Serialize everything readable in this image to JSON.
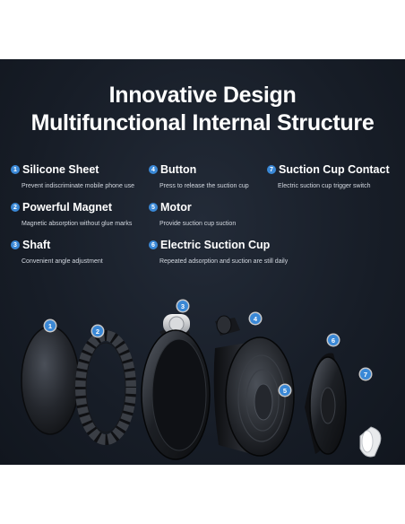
{
  "heading": {
    "line1": "Innovative Design",
    "line2": "Multifunctional Internal Structure"
  },
  "accent_color": "#3a88d6",
  "background_color": "#171d27",
  "features": [
    {
      "num": "1",
      "name": "Silicone Sheet",
      "desc": "Prevent indiscriminate mobile phone use"
    },
    {
      "num": "2",
      "name": "Powerful Magnet",
      "desc": "Magnetic absorption without glue marks"
    },
    {
      "num": "3",
      "name": "Shaft",
      "desc": "Convenient angle adjustment"
    },
    {
      "num": "4",
      "name": "Button",
      "desc": "Press to release the suction cup"
    },
    {
      "num": "5",
      "name": "Motor",
      "desc": "Provide suction cup suction"
    },
    {
      "num": "6",
      "name": "Electric Suction Cup",
      "desc": "Repeated adsorption and suction are still daily"
    },
    {
      "num": "7",
      "name": "Suction Cup Contact",
      "desc": "Electric suction cup trigger switch"
    }
  ],
  "part_labels": [
    "1",
    "2",
    "3",
    "4",
    "5",
    "6",
    "7"
  ]
}
